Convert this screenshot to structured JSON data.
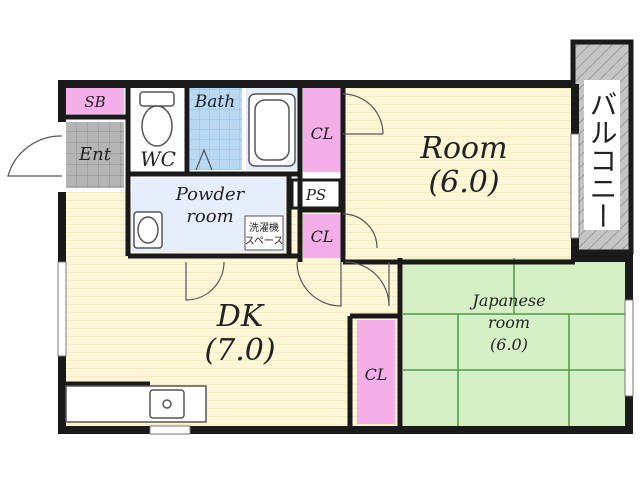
{
  "labels": {
    "sb": "SB",
    "bath": "Bath",
    "ent": "Ent",
    "wc": "WC",
    "powder_line1": "Powder",
    "powder_line2": "room",
    "washer_line1": "洗濯機",
    "washer_line2": "スペース",
    "ps": "PS",
    "cl_room": "CL",
    "cl_mid": "CL",
    "cl_japanese": "CL",
    "room_name": "Room",
    "room_size": "(6.0)",
    "dk_name": "DK",
    "dk_size": "(7.0)",
    "japanese_line1": "Japanese",
    "japanese_line2": "room",
    "japanese_size": "(6.0)",
    "balcony": "バルコニー"
  },
  "colors": {
    "wall": "#1a1a1a",
    "closet": "#f4aee8",
    "sb_box": "#f4aee8",
    "bath_tile": "#b9d9f2",
    "wet_area": "#e6eefb",
    "wood_floor": "#fdf6d7",
    "tatami": "#d6f0c5",
    "entrance_tile": "#b5b5b5",
    "balcony": "#bdbdbd"
  }
}
